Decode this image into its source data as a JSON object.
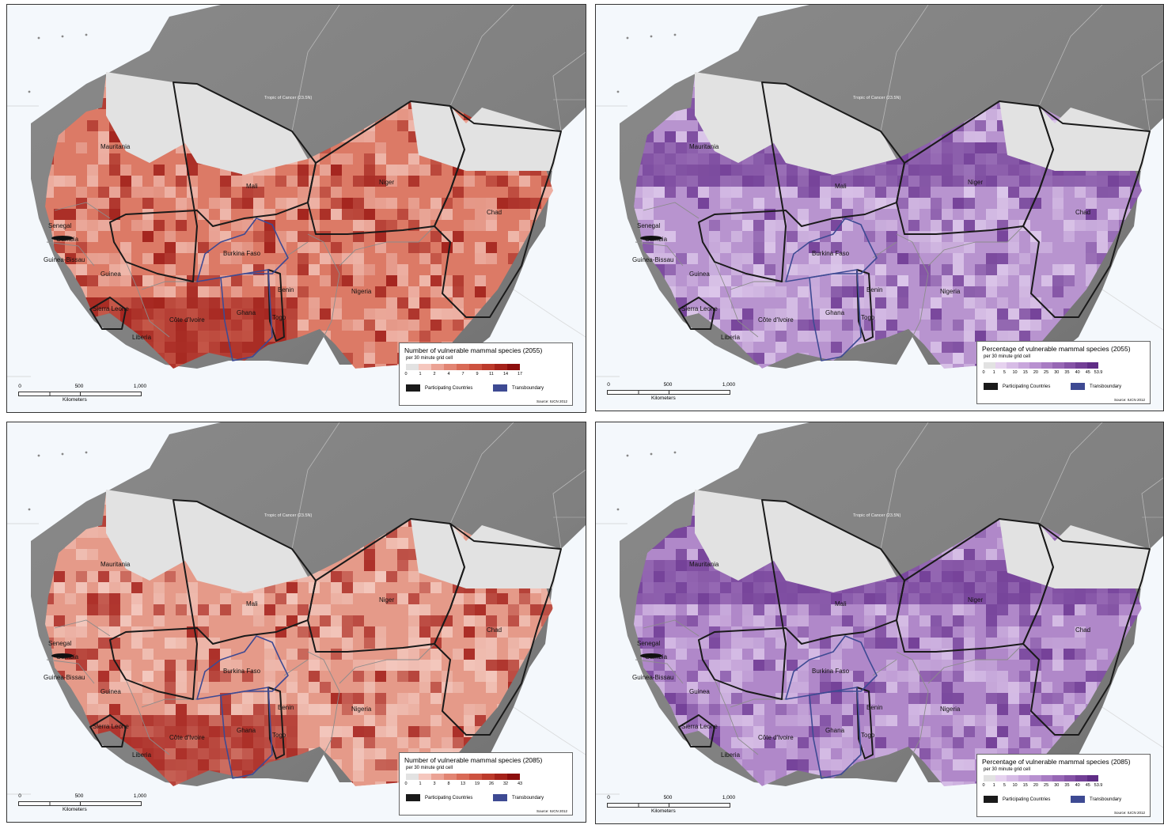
{
  "common": {
    "tropic": "Tropic of Cancer (23.5N)",
    "labels": {
      "mauritania": "Mauritania",
      "mali": "Mali",
      "niger": "Niger",
      "chad": "Chad",
      "senegal": "Senegal",
      "gambia": "Gambia",
      "guinea_bissau": "Guinea-Bissau",
      "guinea": "Guinea",
      "sierra_leone": "Sierra Leone",
      "liberia": "Liberia",
      "cote": "Côte d'Ivoire",
      "burkina": "Burkina Faso",
      "ghana": "Ghana",
      "togo": "Togo",
      "benin": "Benin",
      "nigeria": "Nigeria"
    },
    "legend_sub": "per 30 minute grid cell",
    "participating": "Participating Countries",
    "transboundary": "Transboundary",
    "source": "Source: IUCN 2012",
    "scale": {
      "ticks": [
        "0",
        "500",
        "1,000"
      ],
      "unit": "Kilometers"
    },
    "colors": {
      "ocean": "#f4f8fc",
      "land": "#808080",
      "nodata": "#e2e2e2",
      "participating": "#1a1a1a",
      "transboundary": "#3e4a93"
    }
  },
  "panels": [
    {
      "legend_title": "Number of vulnerable mammal species (2055)",
      "ramp_colors": [
        "#e2e2e2",
        "#f5c7be",
        "#eba395",
        "#e28573",
        "#d86a56",
        "#cd5240",
        "#bc3a2b",
        "#a5221a",
        "#8c0e0d"
      ],
      "ramp_ticks": [
        "0",
        "1",
        "2",
        "4",
        "7",
        "9",
        "11",
        "14",
        "17"
      ],
      "base_color": "#dc7a66",
      "hot_color": "#9a1612",
      "light_color": "#f2c2b7"
    },
    {
      "legend_title": "Percentage of vulnerable mammal species (2055)",
      "ramp_colors": [
        "#e2e2e2",
        "#e6d2ef",
        "#d7bce6",
        "#c8a6dc",
        "#b891d0",
        "#a87cc3",
        "#9767b5",
        "#8553a6",
        "#723f96",
        "#5f2d86"
      ],
      "ramp_ticks": [
        "0",
        "1",
        "5",
        "10",
        "15",
        "20",
        "25",
        "30",
        "35",
        "40",
        "45",
        "53.9"
      ],
      "base_color": "#b894cf",
      "hot_color": "#6a3590",
      "light_color": "#e2cfee"
    },
    {
      "legend_title": "Number of vulnerable mammal species (2085)",
      "ramp_colors": [
        "#e2e2e2",
        "#f5c7be",
        "#eba395",
        "#e28573",
        "#d86a56",
        "#cd5240",
        "#bc3a2b",
        "#a5221a",
        "#8c0e0d"
      ],
      "ramp_ticks": [
        "0",
        "1",
        "3",
        "8",
        "13",
        "19",
        "26",
        "32",
        "43"
      ],
      "base_color": "#e59a89",
      "hot_color": "#a11b16",
      "light_color": "#f5cfc6"
    },
    {
      "legend_title": "Percentage of vulnerable mammal species (2085)",
      "ramp_colors": [
        "#e2e2e2",
        "#e6d2ef",
        "#d7bce6",
        "#c8a6dc",
        "#b891d0",
        "#a87cc3",
        "#9767b5",
        "#8553a6",
        "#723f96",
        "#5f2d86"
      ],
      "ramp_ticks": [
        "0",
        "1",
        "5",
        "10",
        "15",
        "20",
        "25",
        "30",
        "35",
        "40",
        "45",
        "53.9"
      ],
      "base_color": "#b088c9",
      "hot_color": "#6a3590",
      "light_color": "#dcc6ea"
    }
  ]
}
